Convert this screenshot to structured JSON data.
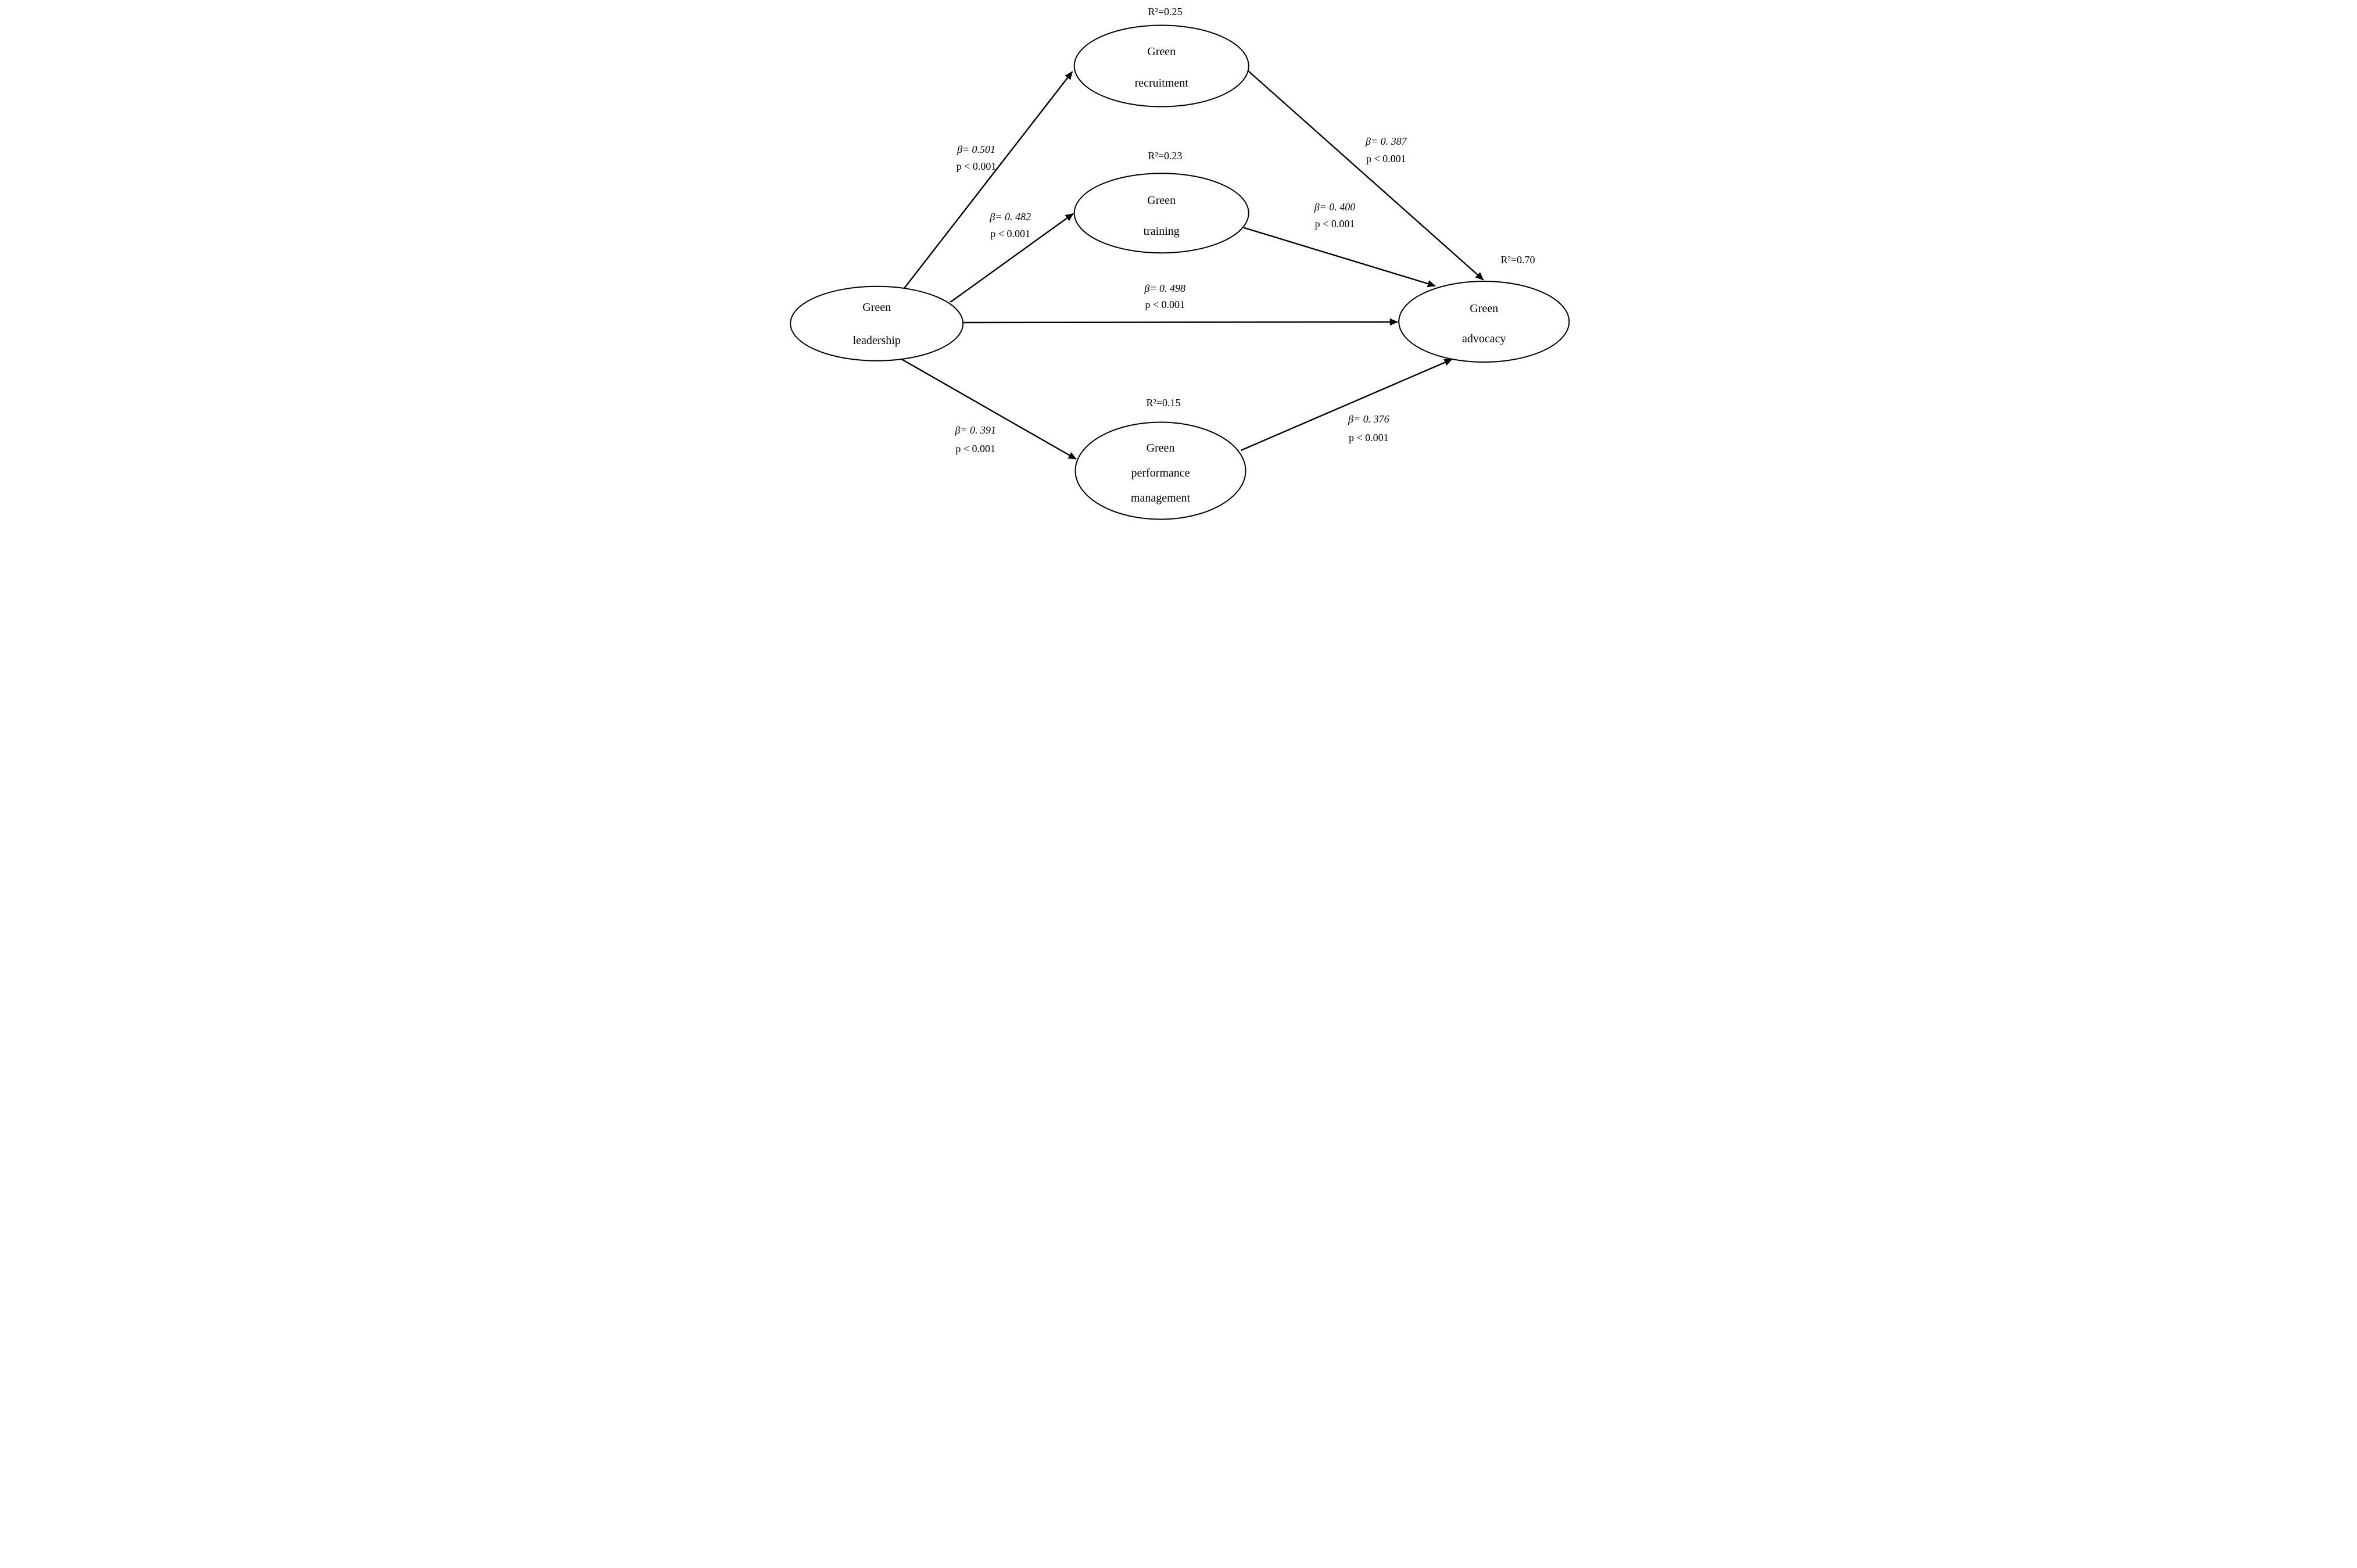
{
  "figure": {
    "type": "sem-path-diagram",
    "background": "#ffffff",
    "line_color": "#000000",
    "text_color": "#000000"
  },
  "nodes": {
    "leadership": {
      "name": "Green leadership",
      "lines": [
        "Green",
        "leadership"
      ]
    },
    "recruitment": {
      "name": "Green recruitment",
      "lines": [
        "Green",
        "recruitment"
      ],
      "r2": "R²=0.25"
    },
    "training": {
      "name": "Green training",
      "lines": [
        "Green",
        "training"
      ],
      "r2": "R²=0.23"
    },
    "performance": {
      "name": "Green performance management",
      "lines": [
        "Green",
        "performance",
        "management"
      ],
      "r2": "R²=0.15"
    },
    "advocacy": {
      "name": "Green advocacy",
      "lines": [
        "Green",
        "advocacy"
      ],
      "r2": "R²=0.70"
    }
  },
  "paths": {
    "leadership_recruitment": {
      "from": "Green leadership",
      "to": "Green recruitment",
      "beta": "β= 0.501",
      "p": "p < 0.001"
    },
    "leadership_training": {
      "from": "Green leadership",
      "to": "Green training",
      "beta": "β= 0. 482",
      "p": "p < 0.001"
    },
    "leadership_advocacy": {
      "from": "Green leadership",
      "to": "Green advocacy",
      "beta": "β= 0. 498",
      "p": "p < 0.001"
    },
    "leadership_performance": {
      "from": "Green leadership",
      "to": "Green performance management",
      "beta": "β= 0. 391",
      "p": "p < 0.001"
    },
    "recruitment_advocacy": {
      "from": "Green recruitment",
      "to": "Green advocacy",
      "beta": "β= 0. 387",
      "p": "p < 0.001"
    },
    "training_advocacy": {
      "from": "Green training",
      "to": "Green advocacy",
      "beta": "β= 0. 400",
      "p": "p < 0.001"
    },
    "performance_advocacy": {
      "from": "Green performance management",
      "to": "Green advocacy",
      "beta": "β= 0. 376",
      "p": "p < 0.001"
    }
  }
}
